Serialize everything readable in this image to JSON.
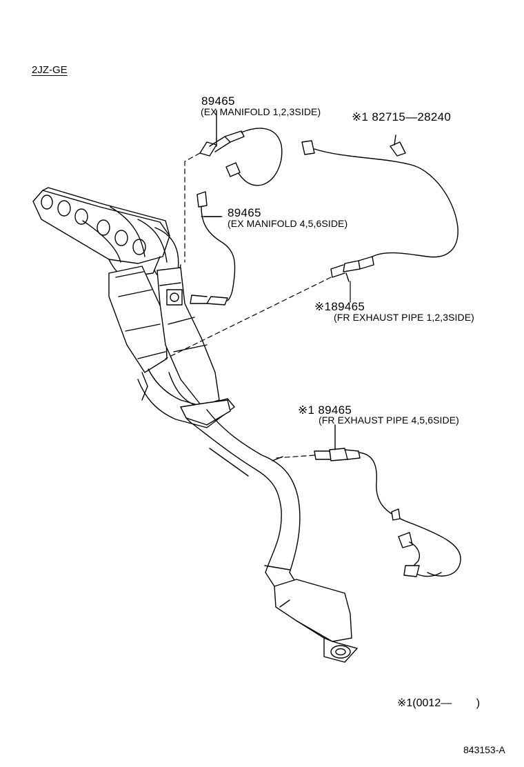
{
  "engine_label": "2JZ-GE",
  "callouts": [
    {
      "id": "ex-manifold-123",
      "part_no": "89465",
      "desc": "(EX MANIFOLD 1,2,3SIDE)"
    },
    {
      "id": "ex-manifold-456",
      "part_no": "89465",
      "desc": "(EX MANIFOLD 4,5,6SIDE)"
    },
    {
      "id": "clamp",
      "mark": "※1",
      "part_no": "82715—28240"
    },
    {
      "id": "fr-exhaust-123",
      "mark": "※1",
      "part_no": "89465",
      "desc": "(FR EXHAUST PIPE 1,2,3SIDE)"
    },
    {
      "id": "fr-exhaust-456",
      "mark": "※1",
      "part_no": "89465",
      "desc": "(FR EXHAUST PIPE 4,5,6SIDE)"
    }
  ],
  "note": "※1(0012—        )",
  "diagram_code": "843153-A"
}
